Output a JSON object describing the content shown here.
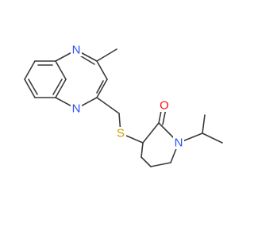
{
  "molecule": {
    "atoms": [
      {
        "id": "N1",
        "symbol": "N",
        "color": "#3050f8"
      },
      {
        "id": "N2",
        "symbol": "N",
        "color": "#3050f8"
      },
      {
        "id": "S",
        "symbol": "S",
        "color": "#c8a000"
      },
      {
        "id": "O",
        "symbol": "O",
        "color": "#ff0d0d"
      },
      {
        "id": "N3",
        "symbol": "N",
        "color": "#3050f8"
      }
    ],
    "bond_color": "#3a3a3a"
  }
}
